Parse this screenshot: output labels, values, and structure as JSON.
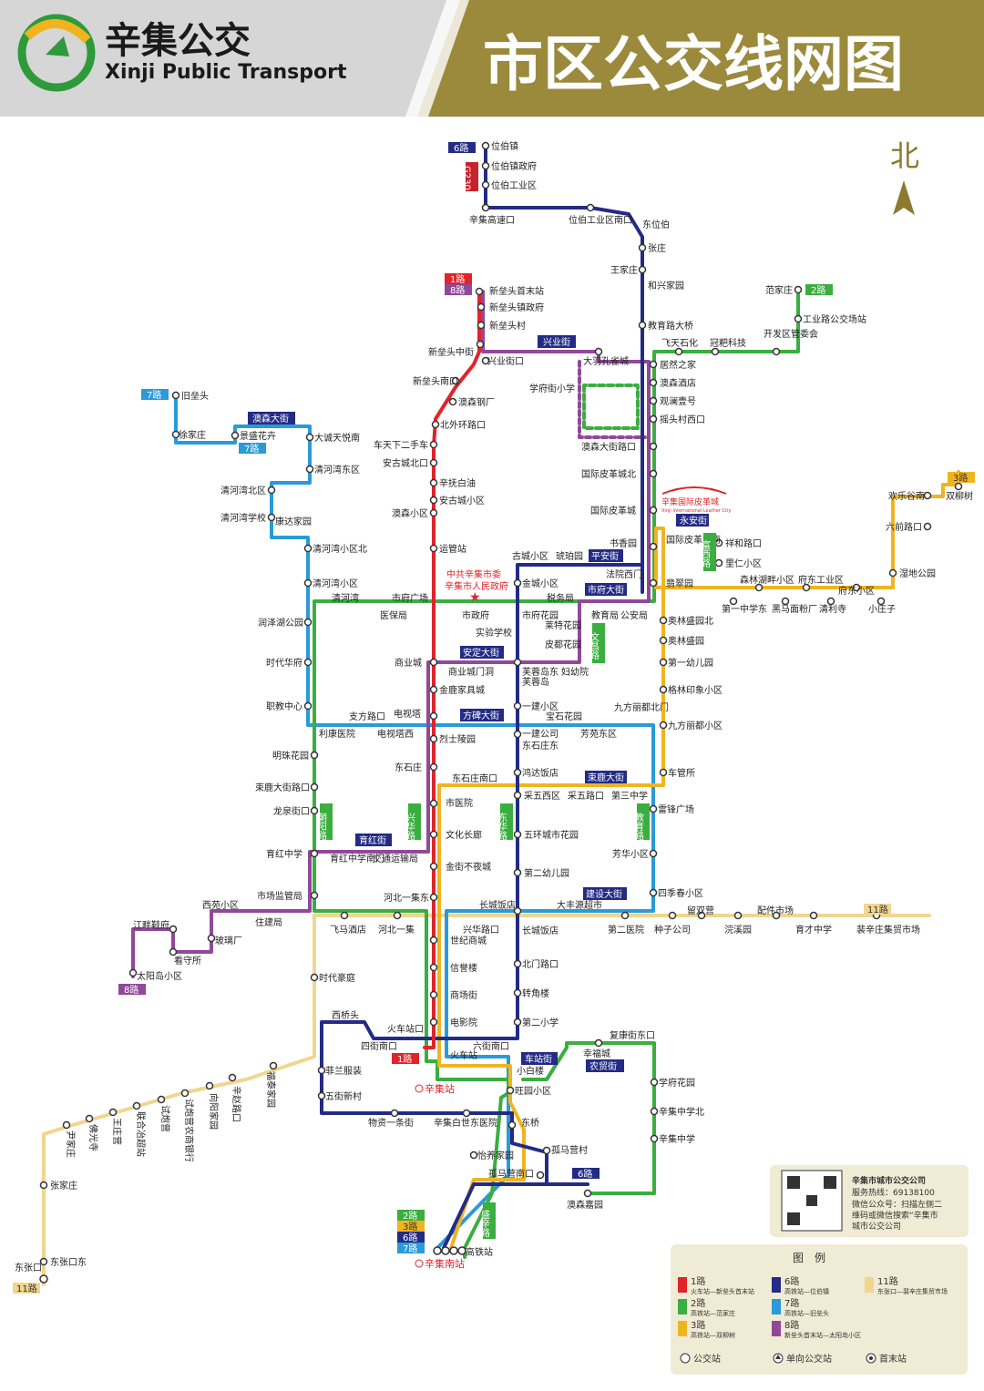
{
  "header": {
    "brand_cn": "辛集公交",
    "brand_en": "Xinji Public Transport",
    "title": "市区公交线网图",
    "north": "北"
  },
  "colors": {
    "header_gold": "#9b8a3c",
    "header_gray": "#d4d4d4",
    "line1": "#e0242a",
    "line2": "#3aae3f",
    "line3": "#f0b420",
    "line6": "#232b85",
    "line7": "#2a9ad8",
    "line8": "#92489a",
    "line11": "#f0d68f",
    "g230": "#c8232a",
    "landmark": "#e0242a"
  },
  "routes": [
    {
      "id": "1",
      "badge": "1路",
      "color": "#e0242a"
    },
    {
      "id": "2",
      "badge": "2路",
      "color": "#3aae3f"
    },
    {
      "id": "3",
      "badge": "3路",
      "color": "#f0b420"
    },
    {
      "id": "6",
      "badge": "6路",
      "color": "#232b85"
    },
    {
      "id": "7",
      "badge": "7路",
      "color": "#2a9ad8"
    },
    {
      "id": "8",
      "badge": "8路",
      "color": "#92489a"
    },
    {
      "id": "11",
      "badge": "11路",
      "color": "#f0d68f"
    }
  ],
  "street_labels": {
    "xingye": "兴业街",
    "aosen": "澳森大街",
    "yongan": "永安街",
    "pingan": "平安街",
    "shifu": "市府大街",
    "ancheng": "安定大街",
    "fangbei": "方碑大街",
    "shulu": "束鹿大街",
    "yuhong": "育红街",
    "jianshe": "建设大街",
    "chezhan": "车站街",
    "nongmao": "农贸街",
    "chaoyang": "朝阳路",
    "xinghua": "兴华路",
    "donghua": "东华路",
    "jiaoyu": "教育路",
    "wenchang": "文昌路",
    "shengxin": "盛辛路",
    "fuxi": "富西路",
    "g230": "G230"
  },
  "landmarks": {
    "gov1": "中共辛集市委",
    "gov2": "辛集市人民政府",
    "leather": "辛集国际皮革城",
    "leather_en": "Xinji International Leather City",
    "train_station": "辛集站",
    "hsr_station": "辛集南站"
  },
  "stations": {
    "s1": "位伯镇",
    "s2": "位伯镇政府",
    "s3": "位伯工业区",
    "s4": "辛集高速口",
    "s5": "位伯工业区南口",
    "s6": "东位伯",
    "s7": "张庄",
    "s8": "王家庄",
    "s9": "和兴家园",
    "s10": "教育路大桥",
    "s11": "飞天石化",
    "s12": "冠粑科技",
    "s13": "开发区管委会",
    "s14": "工业路公交场站",
    "s15": "范家庄",
    "s16": "新垒头首末站",
    "s17": "新垒头镇政府",
    "s18": "新垒头村",
    "s19": "新垒头中街",
    "s20": "兴业街口",
    "s21": "大羽孔雀城",
    "s22": "居然之家",
    "s23": "澳森酒店",
    "s24": "观澜壹号",
    "s25": "摇头村西口",
    "s26": "新垒头南口",
    "s27": "澳森钢厂",
    "s28": "学府街小学",
    "s29": "北外环路口",
    "s30": "车天下二手车",
    "s31": "安古城北口",
    "s32": "辛抚白油",
    "s33": "安古城小区",
    "s34": "澳森小区",
    "s35": "运管站",
    "s36": "澳森大街路口",
    "s37": "国际皮革城北",
    "s38": "国际皮革城",
    "s39": "书香园",
    "s40": "古城小区",
    "s41": "琥珀园",
    "s42": "法院西门",
    "s43": "翡翠园",
    "s44": "国际皮革城南",
    "s45": "祥和路口",
    "s46": "里仁小区",
    "s47": "森林湖畔小区",
    "s48": "府东工业区",
    "s49": "府东小区",
    "s50": "第一中学东",
    "s51": "黑马面粉厂",
    "s52": "清利寺",
    "s53": "小庄子",
    "s54": "湿地公园",
    "s55": "六前路口",
    "s56": "欢乐谷南",
    "s57": "双柳树",
    "s58": "旧垒头",
    "s59": "徐家庄",
    "s60": "景盛花卉",
    "s61": "大诚天悦南",
    "s62": "清河湾东区",
    "s63": "清河湾北区",
    "s64": "清河湾学校",
    "s65": "康达家园",
    "s66": "清河湾小区北",
    "s67": "清河湾小区",
    "s68": "清河湾",
    "s69": "市府广场",
    "s70": "医保局",
    "s71": "市政府",
    "s72": "金城小区",
    "s73": "市府花园",
    "s74": "税务局",
    "s75": "莱特花园",
    "s76": "教育局",
    "s77": "公安局",
    "s78": "奥林盛园北",
    "s79": "润泽湖公园",
    "s80": "实验学校",
    "s81": "皮都花园",
    "s82": "奥林盛园",
    "s83": "时代华府",
    "s84": "商业城",
    "s85": "商业城门洞",
    "s86": "芙蓉岛东",
    "s87": "妇幼院",
    "s88": "芙蓉岛",
    "s89": "第一幼儿园",
    "s90": "金鹿家具城",
    "s91": "格林印象小区",
    "s92": "职教中心",
    "s93": "一建小区",
    "s94": "九方丽都北门",
    "s95": "支方路口",
    "s96": "电视塔",
    "s97": "宝石花园",
    "s98": "九方丽都小区",
    "s99": "利康医院",
    "s100": "电视塔西",
    "s101": "烈士陵园",
    "s102": "一建公司",
    "s103": "芳苑东区",
    "s104": "东石庄东",
    "s105": "明珠花园",
    "s106": "东石庄",
    "s107": "车管所",
    "s108": "束鹿大街路口",
    "s109": "鸿达饭店",
    "s110": "东石庄南口",
    "s111": "采五西区",
    "s112": "采五路口",
    "s113": "第三中学",
    "s114": "市医院",
    "s115": "雷锋广场",
    "s116": "龙泉街口",
    "s117": "文化长廊",
    "s118": "五环城市花园",
    "s119": "育红中学",
    "s120": "育红中学南门",
    "s121": "交通运输局",
    "s122": "金街不夜城",
    "s123": "芳华小区",
    "s124": "第二幼儿园",
    "s125": "西苑小区",
    "s126": "四季春小区",
    "s127": "市场监管局",
    "s128": "住建局",
    "s129": "河北一集东",
    "s130": "长城饭店",
    "s131": "大丰源超市",
    "s132": "留双营",
    "s133": "配件市场",
    "s134": "江畔鞋府",
    "s135": "飞马酒店",
    "s136": "河北一集",
    "s137": "兴华路口",
    "s138": "长城饭店",
    "s139": "第二医院",
    "s140": "种子公司",
    "s141": "浣溪园",
    "s142": "育才中学",
    "s143": "裴辛庄集贸市场",
    "s144": "玻璃厂",
    "s145": "看守所",
    "s146": "世纪商城",
    "s147": "北门路口",
    "s148": "太阳岛小区",
    "s149": "时代豪庭",
    "s150": "信誉楼",
    "s151": "商场街",
    "s152": "转角楼",
    "s153": "西桥头",
    "s154": "电影院",
    "s155": "第二小学",
    "s156": "火车站口",
    "s157": "四街南口",
    "s158": "六街南口",
    "s159": "复康街东口",
    "s160": "火车站",
    "s161": "幸福城",
    "s162": "菲兰服装",
    "s163": "小白楼",
    "s164": "学府花园",
    "s165": "旺园小区",
    "s166": "五街新村",
    "s167": "辛集中学北",
    "s168": "物资一条街",
    "s169": "辛集白世东医院",
    "s170": "东桥",
    "s171": "辛集中学",
    "s172": "怡养家园",
    "s173": "孤马营村",
    "s174": "孤马营南口",
    "s175": "澳森嘉园",
    "s176": "高铁站",
    "s177": "福泰家园",
    "s178": "辛赵路口",
    "s179": "向阳家园",
    "s180": "试炮营农商银行",
    "s181": "试炮营",
    "s182": "联合冶超站",
    "s183": "王庄营",
    "s184": "佛光寺",
    "s185": "尹家庄",
    "s186": "张家庄",
    "s187": "东张口东",
    "s188": "东张口"
  },
  "qr_panel": {
    "company": "辛集市城市公交公司",
    "hotline": "服务热线：69138100",
    "wechat_line1": "微信公众号：扫描左侧二",
    "wechat_line2": "维码或微信搜索“辛集市",
    "wechat_line3": "城市公交公司"
  },
  "legend": {
    "title": "图　例",
    "items": [
      {
        "badge": "1路",
        "desc": "火车站—新垒头首末站",
        "color": "#e0242a"
      },
      {
        "badge": "6路",
        "desc": "高铁站—位伯镇",
        "color": "#232b85"
      },
      {
        "badge": "11路",
        "desc": "东张口—裴辛庄集贸市场",
        "color": "#f0d68f"
      },
      {
        "badge": "2路",
        "desc": "高铁站—范家庄",
        "color": "#3aae3f"
      },
      {
        "badge": "7路",
        "desc": "高铁站—旧垒头",
        "color": "#2a9ad8"
      },
      {
        "badge": "3路",
        "desc": "高铁站—双柳树",
        "color": "#f0b420"
      },
      {
        "badge": "8路",
        "desc": "新垒头首末站—太阳岛小区",
        "color": "#92489a"
      }
    ],
    "symbols": [
      "公交站",
      "单向公交站",
      "首末站"
    ]
  }
}
